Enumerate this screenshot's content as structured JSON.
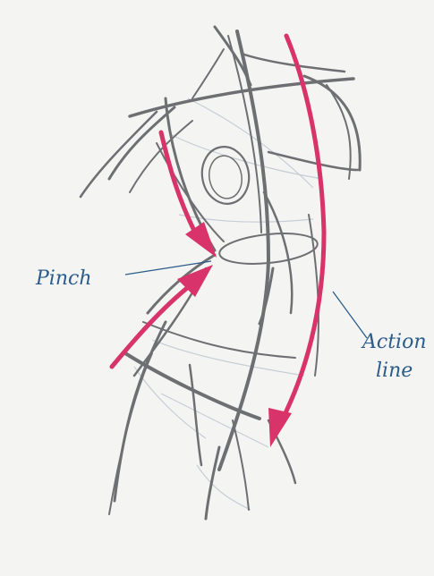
{
  "labels": {
    "pinch": "Pinch",
    "action_line_1": "Action",
    "action_line_2": "line"
  },
  "colors": {
    "background": "#f4f4f2",
    "pencil": "#6e6f73",
    "arrow": "#d8336a",
    "annotation": "#2b5c8a"
  }
}
